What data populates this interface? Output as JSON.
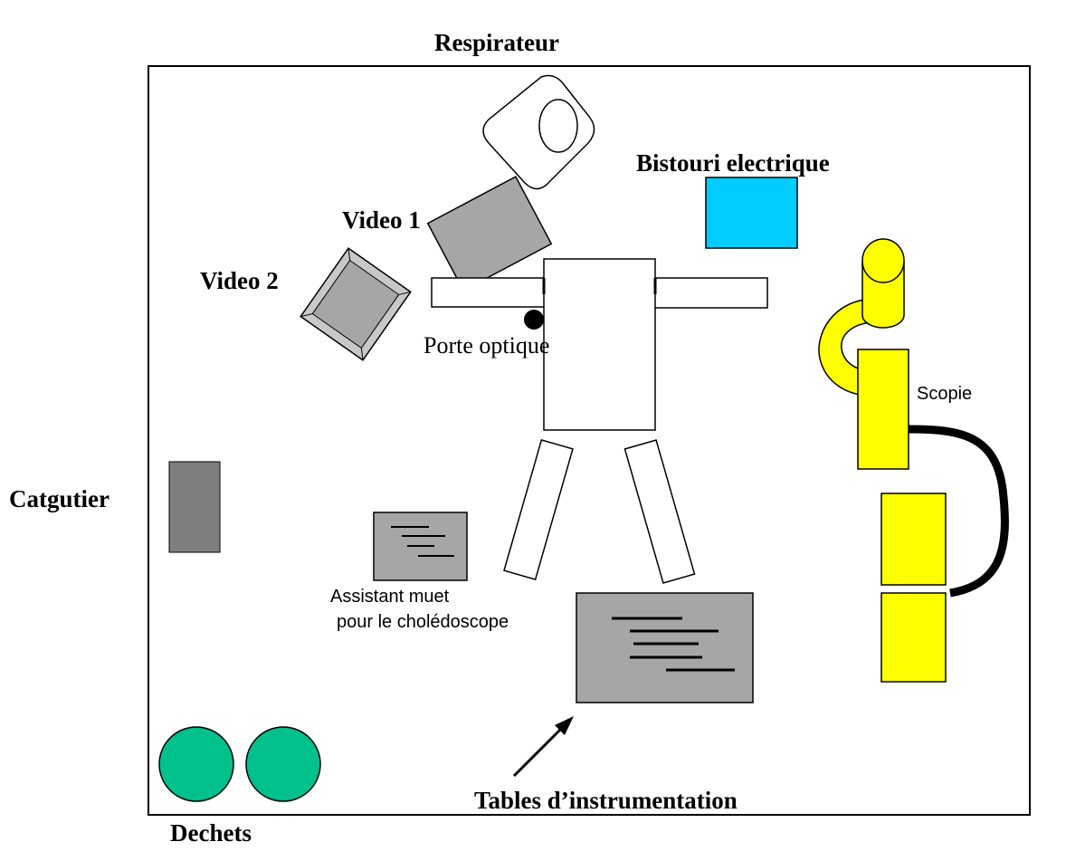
{
  "labels": {
    "respirateur": "Respirateur",
    "bistouri": "Bistouri electrique",
    "video1": "Video 1",
    "video2": "Video 2",
    "porte_optique": "Porte optique",
    "scopie": "Scopie",
    "catgutier": "Catgutier",
    "assistant_line1": "Assistant muet",
    "assistant_line2": "pour le cholédoscope",
    "tables": "Tables d’instrumentation",
    "dechets": "Dechets"
  },
  "colors": {
    "bistouri": "#00ccff",
    "video_gray": "#a6a6a6",
    "catgutier": "#7f7f7f",
    "scopie": "#ffff00",
    "dechets": "#00c08b",
    "table_gray": "#a6a6a6"
  }
}
